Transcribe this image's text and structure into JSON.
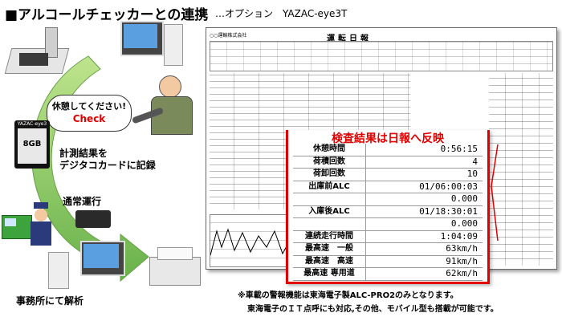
{
  "header": {
    "title": "■アルコールチェッカーとの連携",
    "subtitle": "…オプション　YAZAC-eye3T"
  },
  "speech_bubble": {
    "line1": "休憩してください!",
    "line2": "Check"
  },
  "sd_card": {
    "brand": "YAZAC-eye3",
    "capacity": "8GB"
  },
  "labels": {
    "record": "計測結果を\nデジタコカードに記録",
    "record_line1": "計測結果を",
    "record_line2": "デジタコカードに記録",
    "normal_operation": "通常運行",
    "office_analysis": "事務所にて解析"
  },
  "report": {
    "title": "運転日報",
    "company": "○○運輸株式会社"
  },
  "zoom_panel": {
    "title": "検査結果は日報へ反映",
    "rows": [
      {
        "label": "休憩時間",
        "value": "0:56:15"
      },
      {
        "label": "荷積回数",
        "value": "4"
      },
      {
        "label": "荷卸回数",
        "value": "10"
      },
      {
        "label": "出庫前ALC",
        "value": "01/06:00:03"
      },
      {
        "label": "",
        "value": "0.000"
      },
      {
        "label": "入庫後ALC",
        "value": "01/18:30:01"
      },
      {
        "label": "",
        "value": "0.000"
      },
      {
        "label": "連続走行時間",
        "value": "1:04:09"
      },
      {
        "label": "最高速　一般",
        "value": "63km/h"
      },
      {
        "label": "最高速　高速",
        "value": "91km/h"
      },
      {
        "label": "最高速 専用道",
        "value": "62km/h"
      }
    ]
  },
  "footnote": {
    "line1": "※車載の警報機能は東海電子製ALC-PRO2のみとなります。",
    "line2": "東海電子のＩＴ点呼にも対応,その他、モバイル型も搭載が可能です。"
  },
  "colors": {
    "accent_red": "#e00000",
    "arrow_green": "#7ac143"
  }
}
